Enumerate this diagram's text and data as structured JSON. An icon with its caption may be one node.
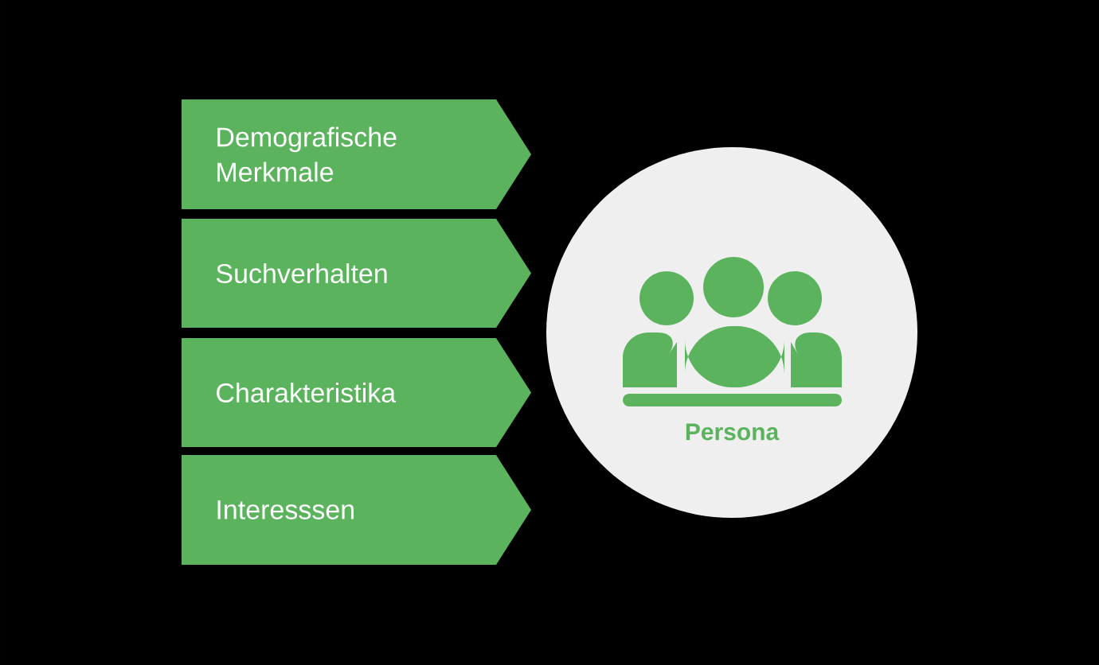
{
  "diagram": {
    "nodes": [
      {
        "text": [
          "Demografische Merkmale"
        ]
      },
      {
        "text": [
          "Suchverhalten"
        ]
      },
      {
        "text": [
          "Charakteristika"
        ]
      },
      {
        "text": [
          "Interesssen"
        ]
      },
      {
        "text": [
          "Persona"
        ]
      }
    ]
  }
}
